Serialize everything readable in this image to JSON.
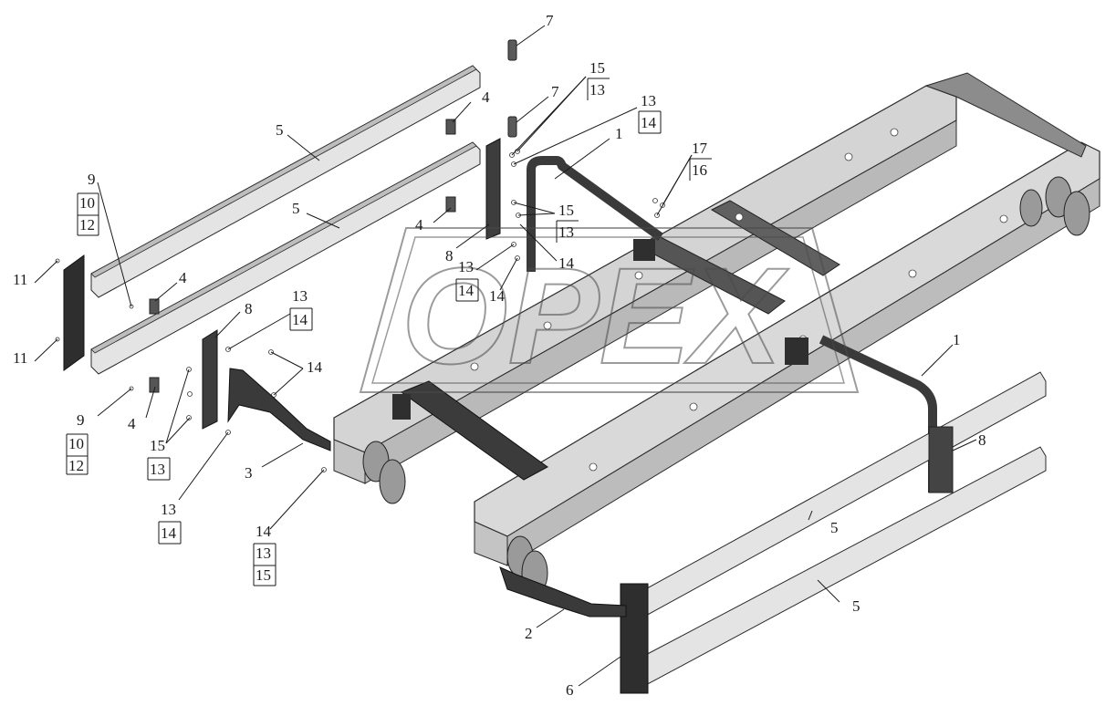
{
  "watermark": {
    "text": "OPEX"
  },
  "callouts": {
    "c7a": "7",
    "c7b": "7",
    "c4a": "4",
    "c4b": "4",
    "c4c": "4",
    "c4d": "4",
    "c5a": "5",
    "c5b": "5",
    "c5c": "5",
    "c5d": "5",
    "c1a": "1",
    "c1b": "1",
    "c2": "2",
    "c3": "3",
    "c6": "6",
    "c8a": "8",
    "c8b": "8",
    "c8c": "8",
    "c9a": "9",
    "c10a": "10",
    "c12a": "12",
    "c9b": "9",
    "c10b": "10",
    "c12b": "12",
    "c11a": "11",
    "c11b": "11",
    "s15_13_top_a": "15",
    "s15_13_top_b": "13",
    "s13_14_top_a": "13",
    "s13_14_top_b": "14",
    "s17_16_a": "17",
    "s17_16_b": "16",
    "s15_13_mid_a": "15",
    "s15_13_mid_b": "13",
    "s13_14_mid_a": "13",
    "s13_14_mid_b": "14",
    "c14_mid_a": "14",
    "c14_mid_b": "14",
    "s13_14_left_a": "13",
    "s13_14_left_b": "14",
    "c14_left": "14",
    "s15_13_low_a": "15",
    "s15_13_low_b": "13",
    "s13_14_low_a": "13",
    "s13_14_low_b": "14",
    "s14_13_15_a": "14",
    "s14_13_15_b": "13",
    "s14_13_15_c": "15"
  },
  "colors": {
    "frame_light": "#d6d6d6",
    "frame_mid": "#a9a9a9",
    "frame_dark": "#4d4d4d",
    "outline": "#2a2a2a",
    "bar": "#e2e2e2"
  }
}
